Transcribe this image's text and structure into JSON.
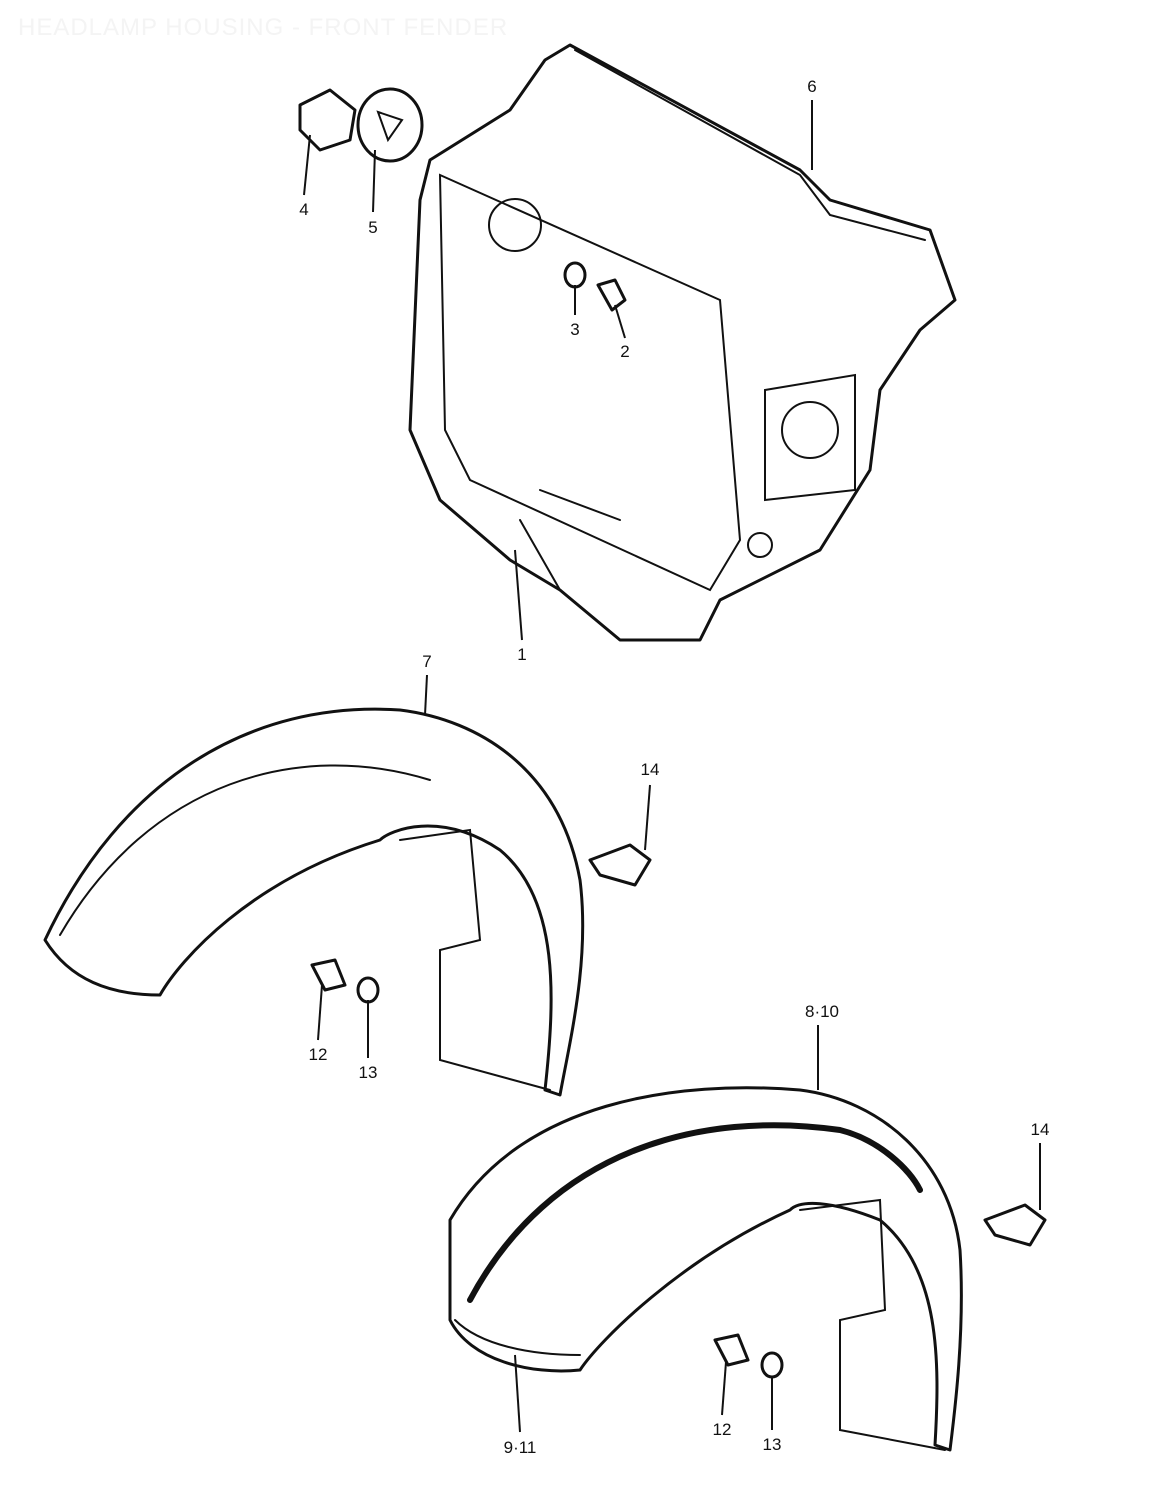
{
  "title": "HEADLAMP HOUSING - FRONT FENDER",
  "callouts": [
    {
      "id": "4",
      "label": "4"
    },
    {
      "id": "5",
      "label": "5"
    },
    {
      "id": "6",
      "label": "6"
    },
    {
      "id": "3",
      "label": "3"
    },
    {
      "id": "2",
      "label": "2"
    },
    {
      "id": "1",
      "label": "1"
    },
    {
      "id": "7",
      "label": "7"
    },
    {
      "id": "14a",
      "label": "14"
    },
    {
      "id": "12a",
      "label": "12"
    },
    {
      "id": "13a",
      "label": "13"
    },
    {
      "id": "8-10",
      "label": "8·10"
    },
    {
      "id": "14b",
      "label": "14"
    },
    {
      "id": "9-11",
      "label": "9·11"
    },
    {
      "id": "12b",
      "label": "12"
    },
    {
      "id": "13b",
      "label": "13"
    }
  ]
}
